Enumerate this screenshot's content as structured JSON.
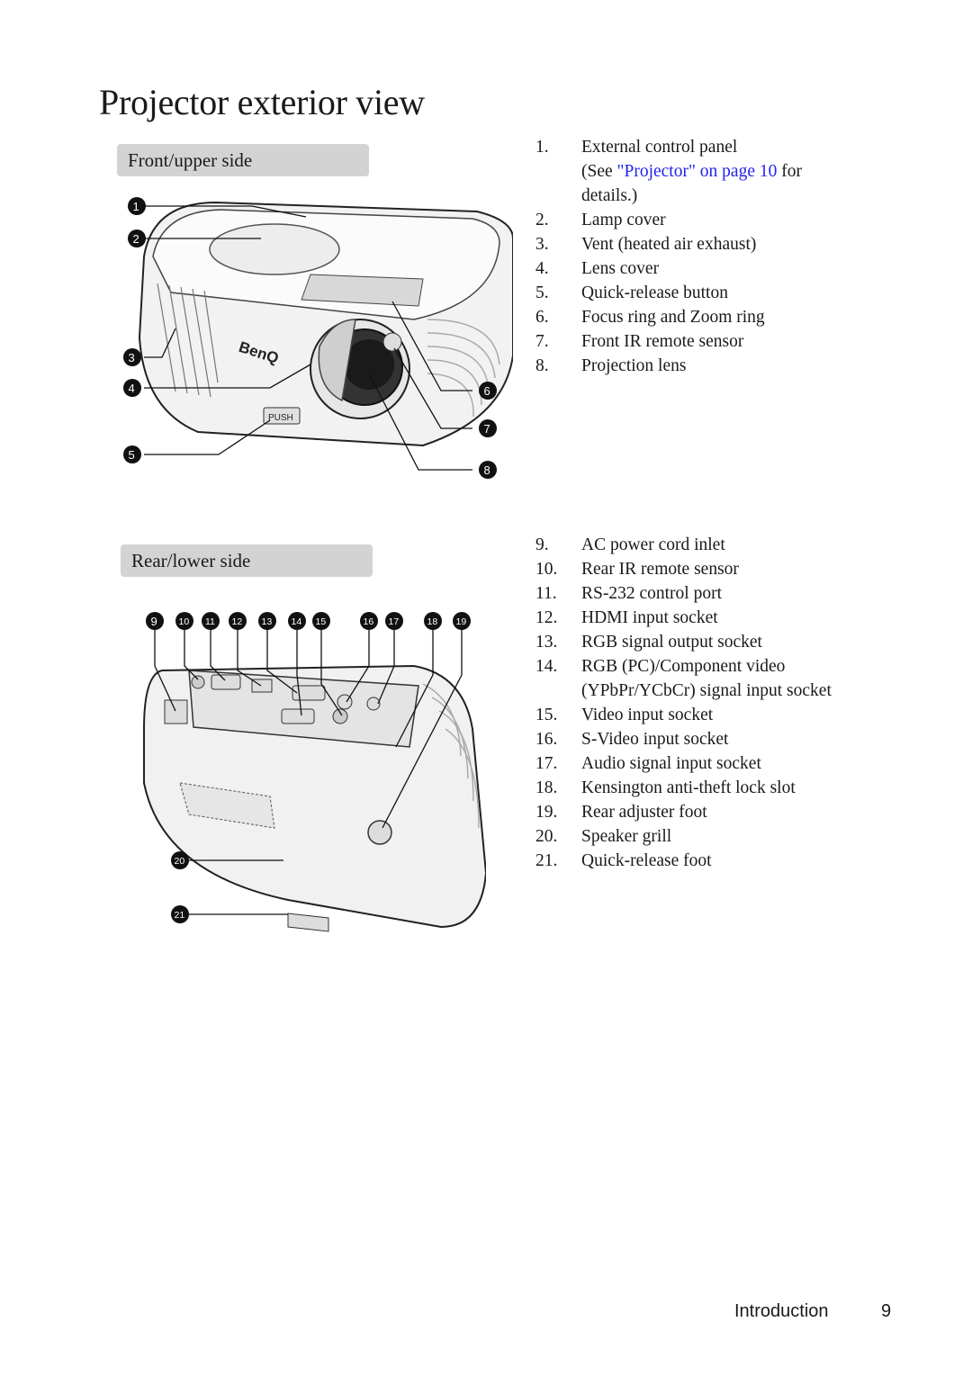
{
  "page": {
    "title": "Projector exterior view"
  },
  "front": {
    "heading": "Front/upper side",
    "callouts": [
      "1",
      "2",
      "3",
      "4",
      "5",
      "6",
      "7",
      "8"
    ],
    "labels": {
      "brand": "BenQ",
      "push": "PUSH"
    }
  },
  "rear": {
    "heading": "Rear/lower side",
    "callouts": [
      "9",
      "10",
      "11",
      "12",
      "13",
      "14",
      "15",
      "16",
      "17",
      "18",
      "19",
      "20",
      "21"
    ]
  },
  "list_front": [
    {
      "num": "1.",
      "text": "External control panel",
      "cont_pre": "(See ",
      "cont_link": "\"Projector\" on page 10",
      "cont_post": " for",
      "cont2": "details.)"
    },
    {
      "num": "2.",
      "text": "Lamp cover"
    },
    {
      "num": "3.",
      "text": "Vent (heated air exhaust)"
    },
    {
      "num": "4.",
      "text": "Lens cover"
    },
    {
      "num": "5.",
      "text": "Quick-release button"
    },
    {
      "num": "6.",
      "text": "Focus ring and Zoom ring"
    },
    {
      "num": "7.",
      "text": "Front IR remote sensor"
    },
    {
      "num": "8.",
      "text": "Projection lens"
    }
  ],
  "list_rear": [
    {
      "num": "9.",
      "text": "AC power cord inlet"
    },
    {
      "num": "10.",
      "text": "Rear IR remote sensor"
    },
    {
      "num": "11.",
      "text": "RS-232 control port"
    },
    {
      "num": "12.",
      "text": "HDMI input socket"
    },
    {
      "num": "13.",
      "text": "RGB signal output socket"
    },
    {
      "num": "14.",
      "text": "RGB (PC)/Component video",
      "cont": "(YPbPr/YCbCr) signal input socket"
    },
    {
      "num": "15.",
      "text": "Video input socket"
    },
    {
      "num": "16.",
      "text": "S-Video input socket"
    },
    {
      "num": "17.",
      "text": "Audio signal input socket"
    },
    {
      "num": "18.",
      "text": "Kensington anti-theft lock slot"
    },
    {
      "num": "19.",
      "text": "Rear adjuster foot"
    },
    {
      "num": "20.",
      "text": "Speaker grill"
    },
    {
      "num": "21.",
      "text": "Quick-release foot"
    }
  ],
  "footer": {
    "section": "Introduction",
    "page": "9"
  },
  "colors": {
    "section_bg": "#d3d3d3",
    "link": "#2222ee"
  }
}
